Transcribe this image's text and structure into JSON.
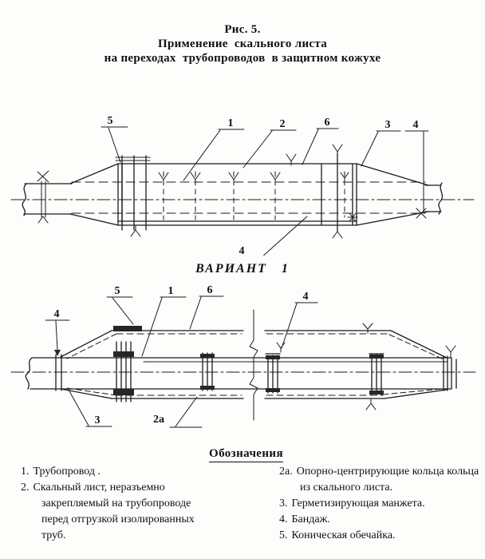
{
  "figure": {
    "caption": "Рис. 5.",
    "title_line1": "Применение  скального листа",
    "title_line2": "на переходах  трубопроводов  в защитном кожухе"
  },
  "variant": {
    "caption": "ВАРИАНТ   1"
  },
  "drawing1": {
    "description": "pipeline crossing in protective casing - side view",
    "labels": {
      "l5": "5",
      "l1": "1",
      "l2": "2",
      "l6": "6",
      "l3": "3",
      "l4": "4",
      "l4b": "4"
    }
  },
  "drawing2": {
    "description": "variant 1 - longitudinal section of casing with rock-sheet rings",
    "labels": {
      "l4l": "4",
      "l5": "5",
      "l1": "1",
      "l6": "6",
      "l4r": "4",
      "l3": "3",
      "l2a": "2а"
    }
  },
  "legend": {
    "header": "Обозначения",
    "left": [
      {
        "num": "1.",
        "text": "Трубопровод ."
      },
      {
        "num": "2.",
        "text": "Скальный  лист, неразъемно закрепляемый на трубопроводе перед отгрузкой изолированных труб."
      }
    ],
    "right": [
      {
        "num": "2а.",
        "text": "Опорно-центрирующие кольца кольца из скального листа."
      },
      {
        "num": "3.",
        "text": "Герметизирующая манжета."
      },
      {
        "num": "4.",
        "text": "Бандаж."
      },
      {
        "num": "5.",
        "text": "Коническая  обечайка."
      }
    ]
  }
}
